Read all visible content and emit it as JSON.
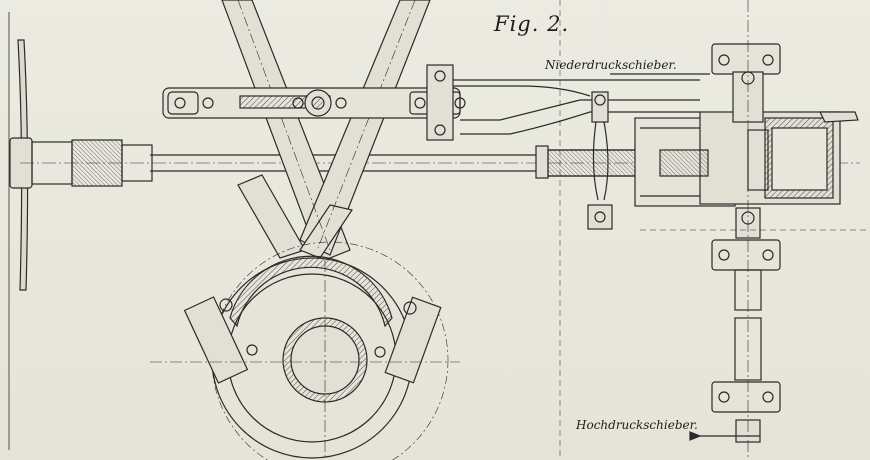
{
  "figure": {
    "title": "Fig. 2.",
    "labels": {
      "low_pressure_valve": "Niederdruckschieber.",
      "high_pressure_valve": "Hochdruckschieber."
    }
  },
  "colors": {
    "paper": "#e9e7dc",
    "ink": "#2a2a2a",
    "hatch": "#4a4a4a"
  }
}
